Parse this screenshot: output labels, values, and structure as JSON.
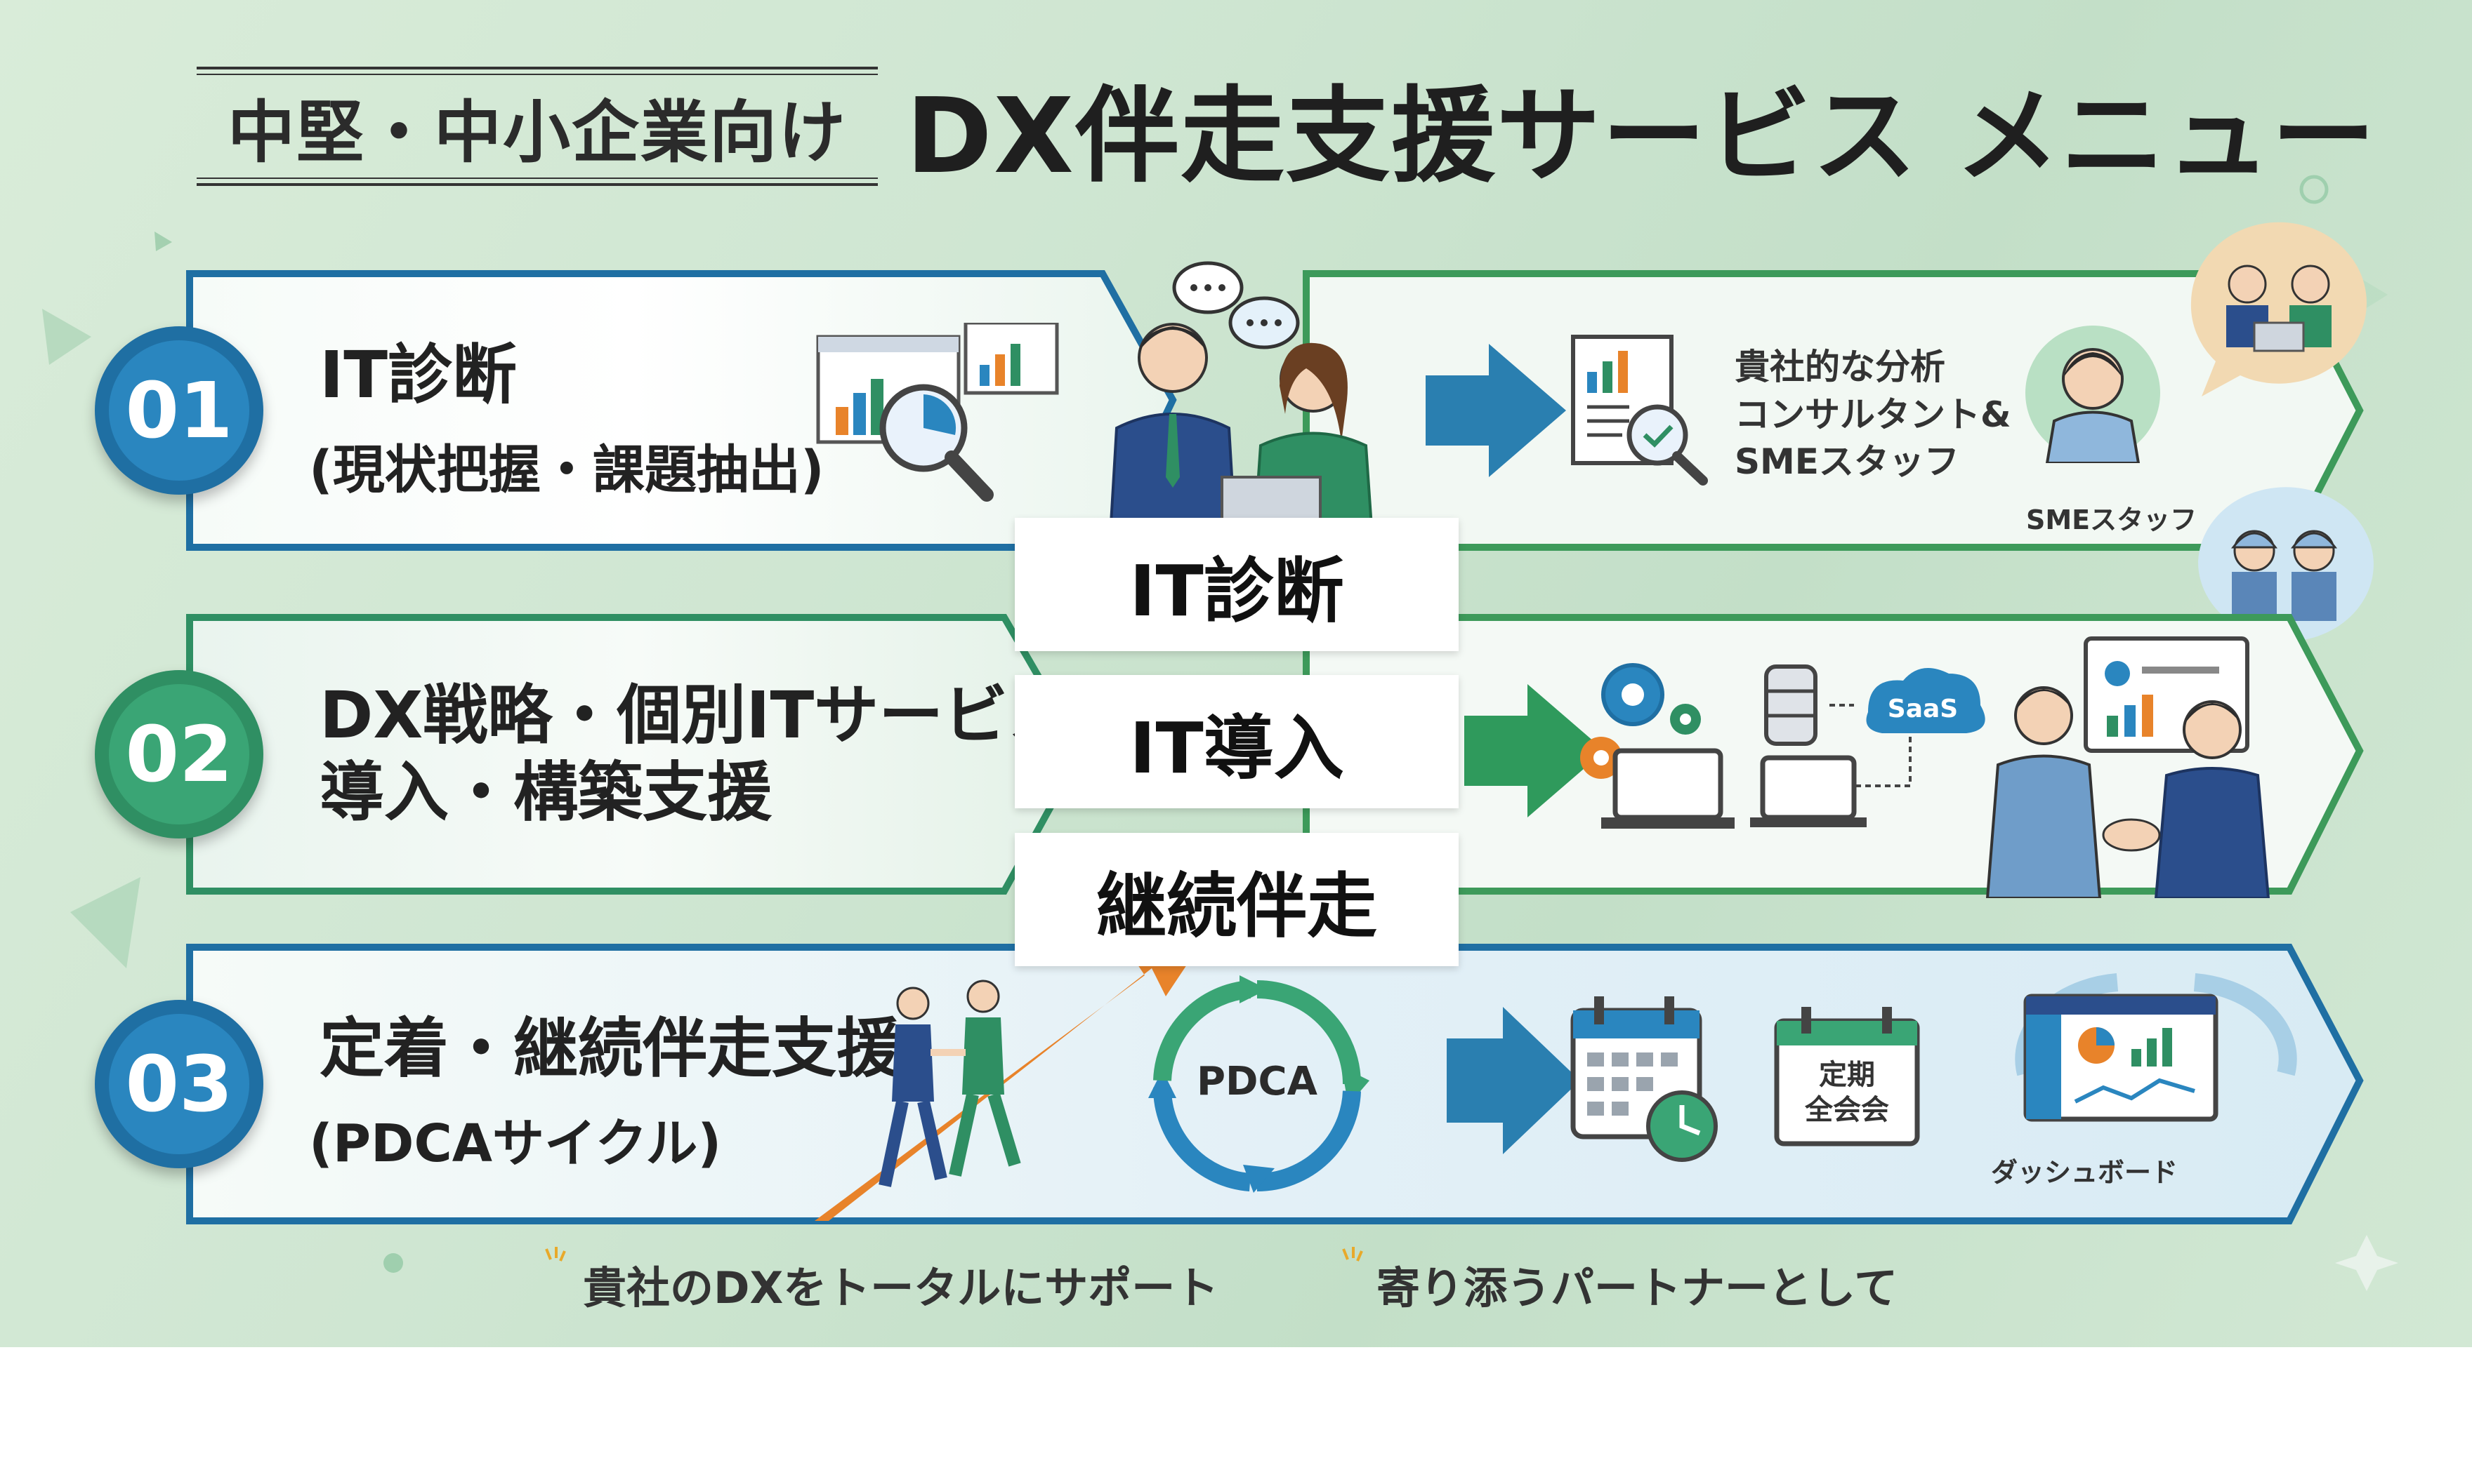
{
  "header": {
    "subtitle": "中堅・中小企業向け",
    "title": "DX伴走支援サービス メニュー"
  },
  "rows": [
    {
      "number": "01",
      "title": "IT診断",
      "subtitle": "(現状把握・課題抽出)",
      "detail_lines": [
        "貴社的な分析",
        "コンサルタント&",
        "SMEスタッフ"
      ],
      "icon_label": "SMEスタッフ",
      "color": "#1f6fa3"
    },
    {
      "number": "02",
      "title_line1": "DX戦略・個別ITサービス",
      "title_line2": "導入・構築支援",
      "saas_label": "SaaS",
      "color": "#2f8f63"
    },
    {
      "number": "03",
      "title": "定着・継続伴走支援",
      "subtitle": "(PDCAサイクル)",
      "pdca_label": "PDCA",
      "meeting_label_line1": "定期",
      "meeting_label_line2": "全会会",
      "dashboard_label": "ダッシュボード",
      "color": "#1f6fa3"
    }
  ],
  "overlay": {
    "box1": "IT診断",
    "box2": "IT導入",
    "box3": "継続伴走"
  },
  "footer": {
    "left": "貴社のDXをトータルにサポート",
    "right": "寄り添うパートナーとして"
  },
  "colors": {
    "blue": "#1f6fa3",
    "green": "#2f8f63",
    "orange": "#e8832a",
    "background": "#cfe6d2"
  }
}
